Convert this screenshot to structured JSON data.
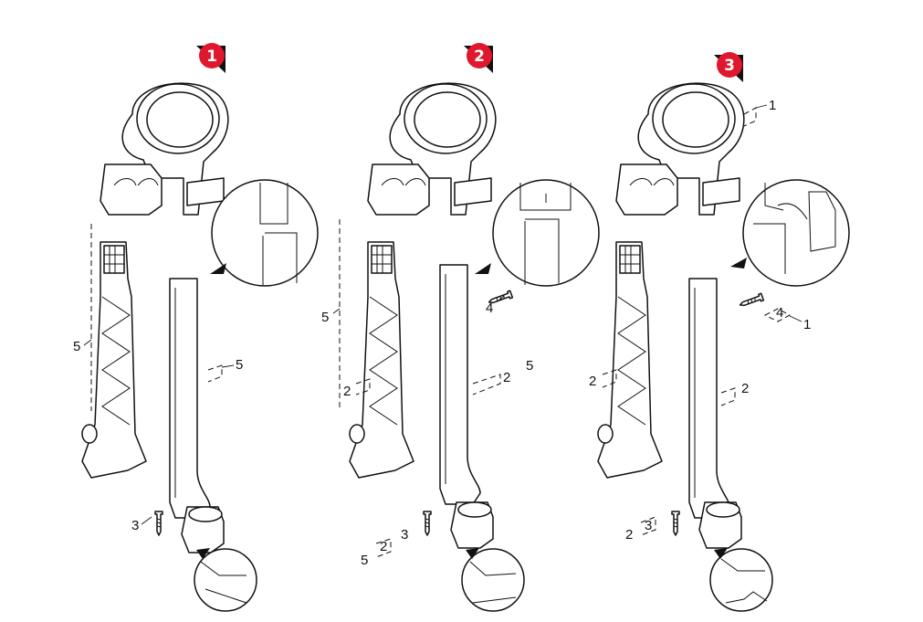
{
  "steps": [
    {
      "number": "1",
      "callouts": [
        "5",
        "5",
        "3"
      ]
    },
    {
      "number": "2",
      "callouts": [
        "4",
        "5",
        "2",
        "2",
        "5",
        "5",
        "2",
        "3"
      ]
    },
    {
      "number": "3",
      "callouts": [
        "1",
        "4",
        "1",
        "2",
        "2",
        "2",
        "3"
      ]
    }
  ],
  "colors": {
    "badge": "#e0182d",
    "badge_shadow": "#111111",
    "line": "#111111"
  },
  "icons": {
    "step_badge": "red-circle-number-icon"
  }
}
